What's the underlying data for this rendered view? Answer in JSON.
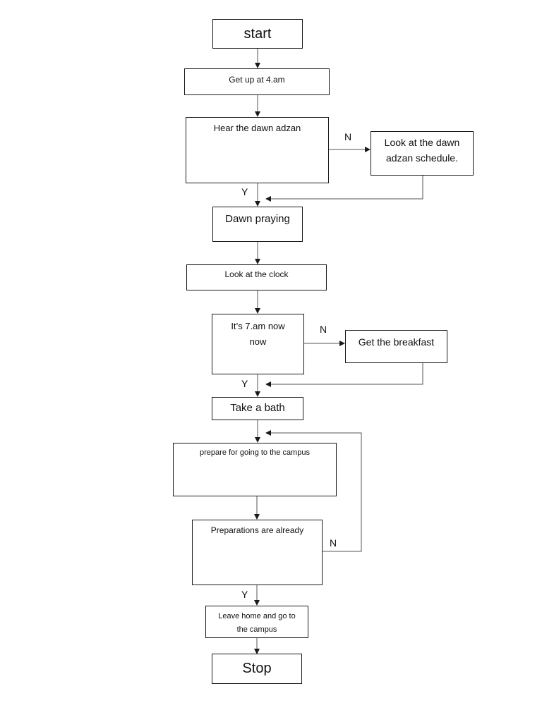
{
  "nodes": {
    "start": "start",
    "get_up": "Get up at 4.am",
    "hear_adzan": "Hear the dawn adzan",
    "look_schedule": "Look at the dawn adzan schedule.",
    "dawn_praying": "Dawn praying",
    "look_clock": "Look at the clock",
    "its_7am": "It’s 7.am now now",
    "breakfast": "Get the breakfast",
    "take_bath": "Take a bath",
    "prepare": "prepare for going to the campus",
    "preparations_ready": "Preparations are already",
    "leave_home": "Leave home and go to the campus",
    "stop": "Stop"
  },
  "branch_labels": {
    "yes": "Y",
    "no": "N"
  },
  "line_color": "#1a1a1a"
}
